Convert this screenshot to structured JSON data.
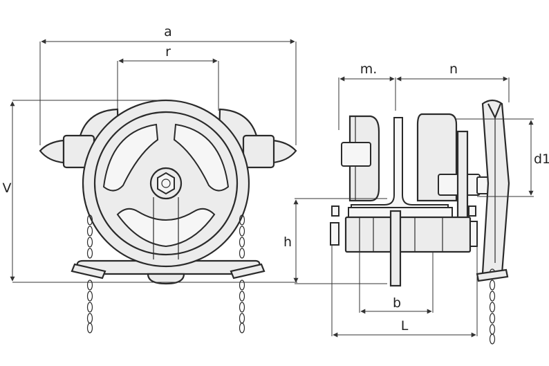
{
  "dimension_labels": {
    "a": "a",
    "r": "r",
    "V": "V",
    "m": "m.",
    "n": "n",
    "d1": "d1",
    "h": "h",
    "b": "b",
    "L": "L"
  },
  "colors": {
    "line": "#2a2a2a",
    "fill": "#ececec",
    "background": "#ffffff"
  }
}
